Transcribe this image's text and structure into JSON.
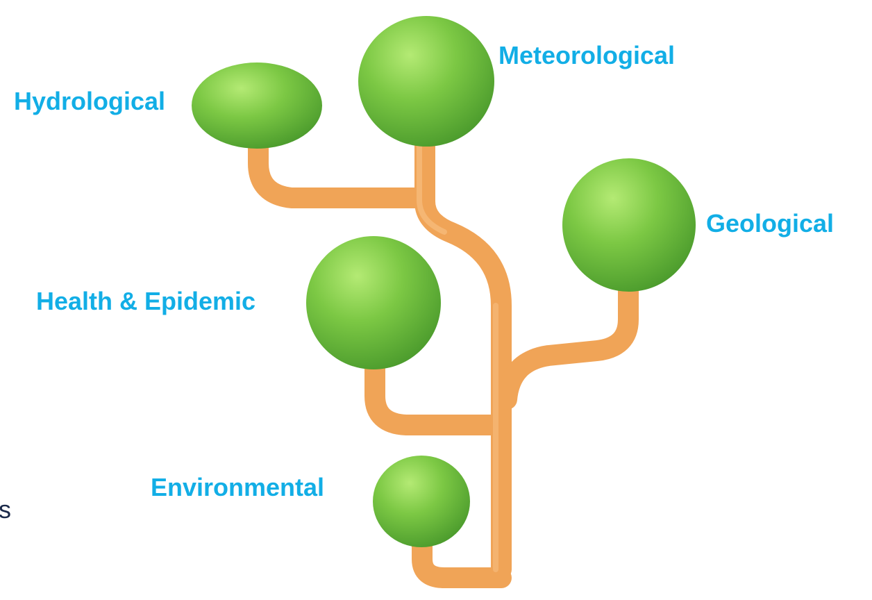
{
  "colors": {
    "label": "#12aee6",
    "branch": "#f0a457",
    "branch_shadow": "#d98a3d",
    "leaf_light": "#a6e063",
    "leaf_mid": "#72c23d",
    "leaf_dark": "#46962a",
    "edge_text": "#1b2a4a"
  },
  "categories": {
    "meteorological": "Meteorological",
    "hydrological": "Hydrological",
    "geological": "Geological",
    "health": "Health & Epidemic",
    "environmental": "Environmental"
  },
  "edge_glyph": "s"
}
